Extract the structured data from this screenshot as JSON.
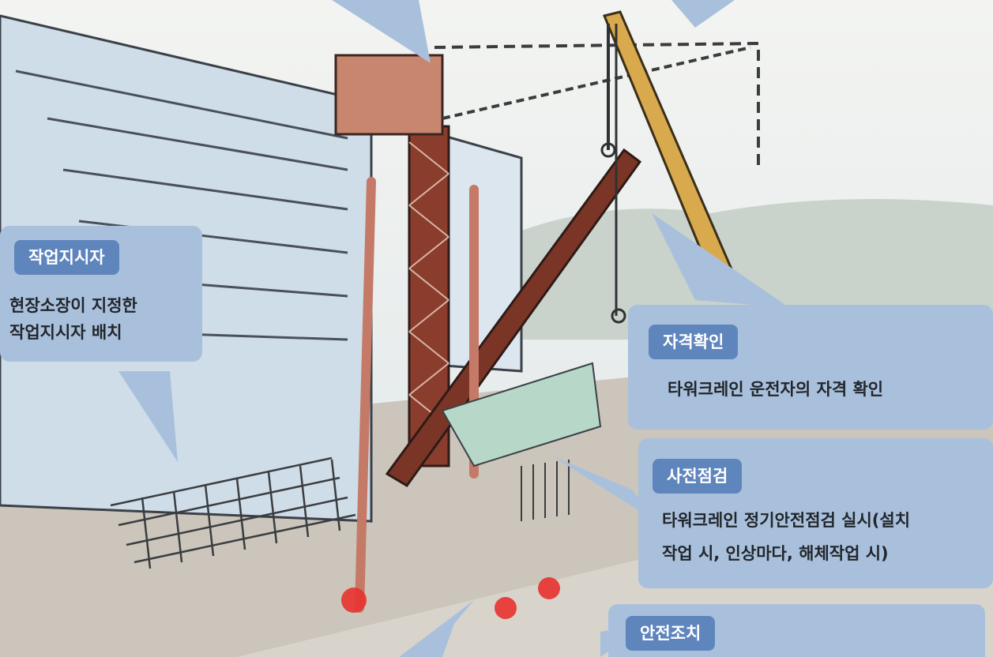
{
  "colors": {
    "callout_bg": "#a9c0dc",
    "label_bg": "#5f85bd",
    "label_text": "#ffffff",
    "body_text": "#22262b"
  },
  "callouts": {
    "supervisor": {
      "label": "작업지시자",
      "lines": [
        "현장소장이 지정한",
        "작업지시자 배치"
      ]
    },
    "qualification": {
      "label": "자격확인",
      "lines": [
        "타워크레인 운전자의 자격 확인"
      ]
    },
    "inspection": {
      "label": "사전점검",
      "lines": [
        "타워크레인 정기안전점검 실시(설치",
        "작업 시, 인상마다, 해체작업 시)"
      ]
    },
    "safety": {
      "label": "안전조치"
    }
  }
}
